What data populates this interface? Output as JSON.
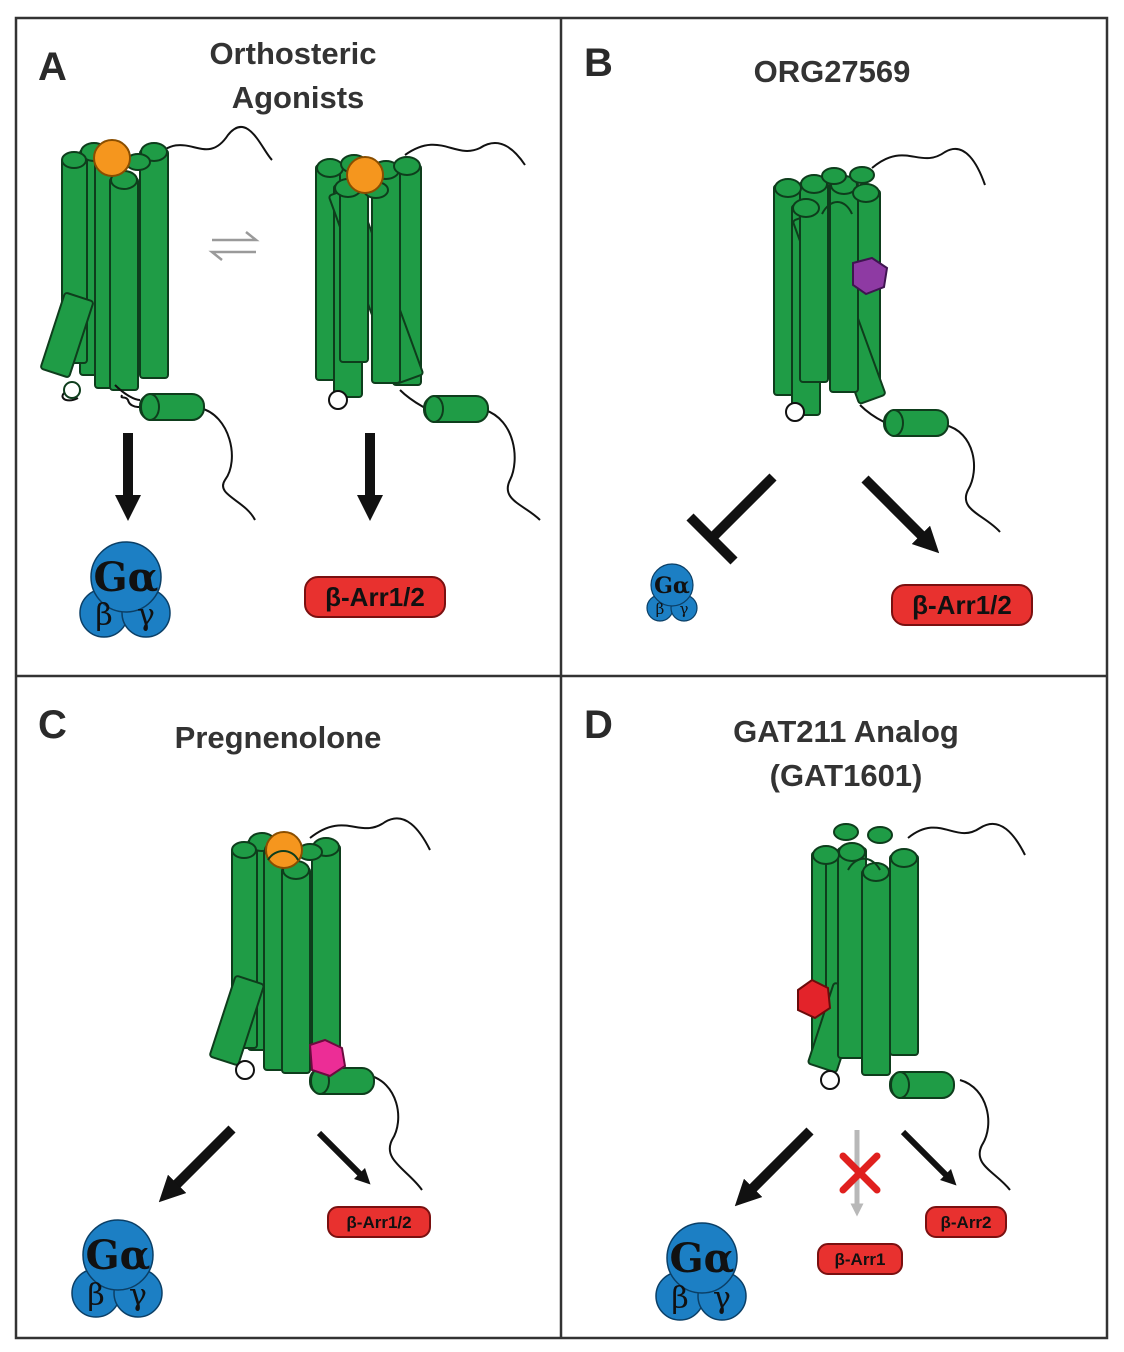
{
  "colors": {
    "receptor": "#1f9c46",
    "receptor_stroke": "#0e3d1c",
    "orthosteric_ligand": "#f5961e",
    "org27569_ligand": "#8e3aa3",
    "pregnenolone_ligand": "#ec2d96",
    "gat1601_ligand": "#e3232a",
    "g_protein": "#1c7fc4",
    "beta_arrestin": "#e8312f",
    "blocked_path": "#b8b8b8",
    "block_mark": "#e0201e"
  },
  "icons": [
    "gpcr-receptor",
    "g-protein-complex",
    "beta-arrestin-badge",
    "signal-arrow",
    "inhibition-arrow",
    "equilibrium-arrows",
    "block-x"
  ],
  "panels": {
    "a": {
      "letter": "A",
      "title_lines": [
        "Orthosteric",
        "Agonists"
      ],
      "g_protein": {
        "alpha": "Gα",
        "beta": "β",
        "gamma": "γ"
      },
      "arrestin_label": "β-Arr1/2"
    },
    "b": {
      "letter": "B",
      "title_lines": [
        "ORG27569"
      ],
      "g_protein": {
        "alpha": "Gα",
        "beta": "β",
        "gamma": "γ"
      },
      "arrestin_label": "β-Arr1/2"
    },
    "c": {
      "letter": "C",
      "title_lines": [
        "Pregnenolone"
      ],
      "g_protein": {
        "alpha": "Gα",
        "beta": "β",
        "gamma": "γ"
      },
      "arrestin_label": "β-Arr1/2"
    },
    "d": {
      "letter": "D",
      "title_lines": [
        "GAT211 Analog",
        "(GAT1601)"
      ],
      "g_protein": {
        "alpha": "Gα",
        "beta": "β",
        "gamma": "γ"
      },
      "arrestin1_label": "β-Arr1",
      "arrestin2_label": "β-Arr2"
    }
  }
}
